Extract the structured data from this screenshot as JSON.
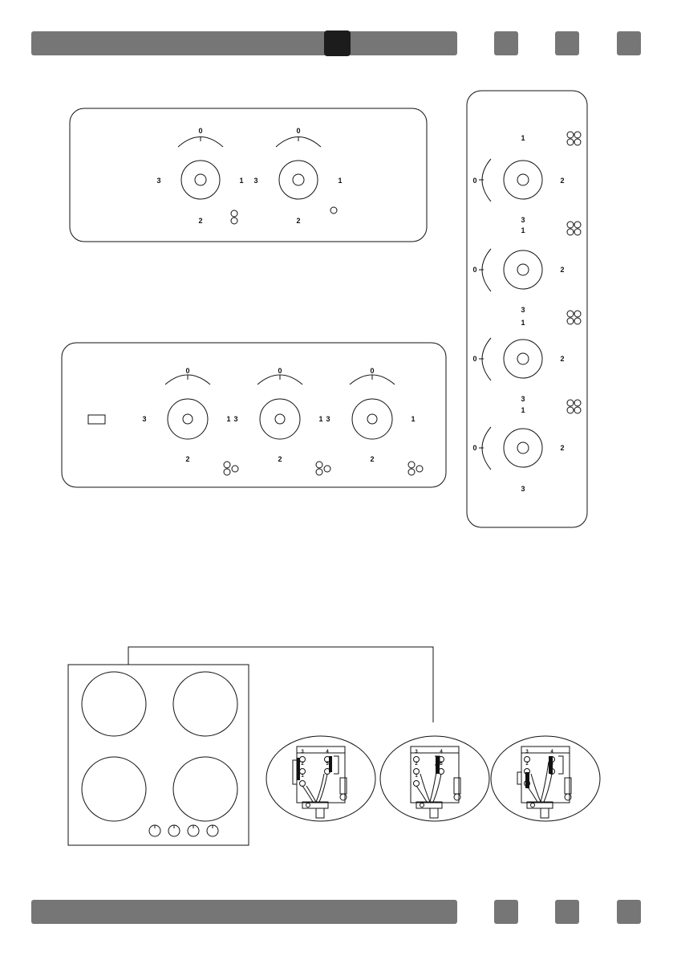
{
  "panel_two_knobs": {
    "knobs": [
      {
        "top": "0",
        "left": "3",
        "right": "1",
        "bottom": "2"
      },
      {
        "top": "0",
        "left": "3",
        "right": "1",
        "bottom": "2"
      }
    ]
  },
  "panel_three_knobs": {
    "knobs": [
      {
        "top": "0",
        "left": "3",
        "right": "1",
        "bottom": "2"
      },
      {
        "top": "0",
        "left": "3",
        "right": "1",
        "bottom": "2"
      },
      {
        "top": "0",
        "left": "3",
        "right": "1",
        "bottom": "2"
      }
    ]
  },
  "panel_vertical": {
    "knobs": [
      {
        "top": "1",
        "left": "0",
        "right": "2",
        "bottom": "3"
      },
      {
        "top": "1",
        "left": "0",
        "right": "2",
        "bottom": "3"
      },
      {
        "top": "1",
        "left": "0",
        "right": "2",
        "bottom": "3"
      },
      {
        "top": "1",
        "left": "0",
        "right": "2",
        "bottom": "3"
      }
    ]
  },
  "terminal_labels": {
    "t1": "1",
    "t2": "2",
    "t3": "3",
    "t4": "4",
    "t5": "5"
  },
  "colors": {
    "bar": "#767676",
    "active_tab": "#1c1c1c",
    "line": "#111111"
  }
}
